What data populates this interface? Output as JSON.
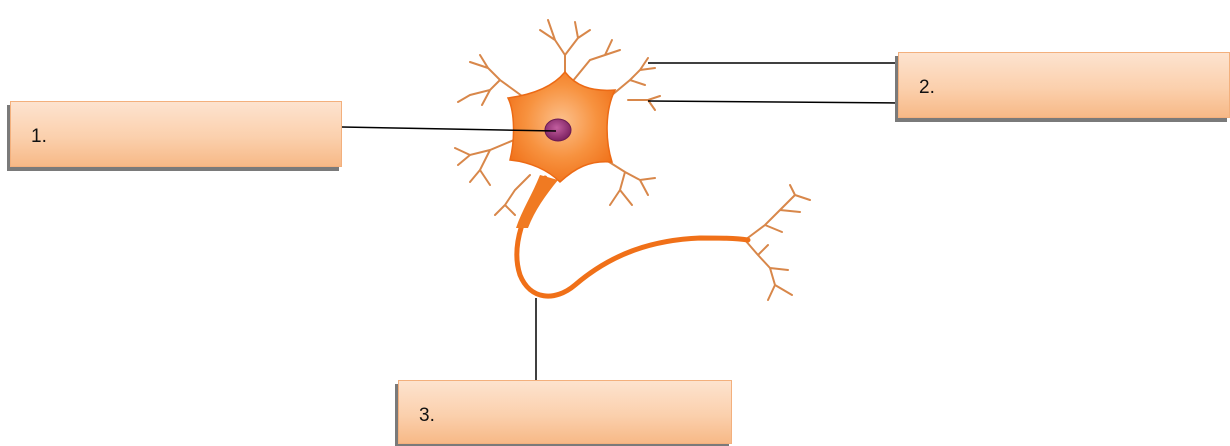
{
  "labels": [
    {
      "id": "1",
      "text": "1."
    },
    {
      "id": "2",
      "text": "2."
    },
    {
      "id": "3",
      "text": "3."
    }
  ],
  "colors": {
    "neuron_fill": "#f47a23",
    "neuron_center": "#fbb071",
    "dendrite": "#d8874a",
    "nucleus": "#8d2f6f",
    "leader_line": "#000000",
    "box_fill_top": "#fde3cf",
    "box_fill_bottom": "#f7b987"
  }
}
